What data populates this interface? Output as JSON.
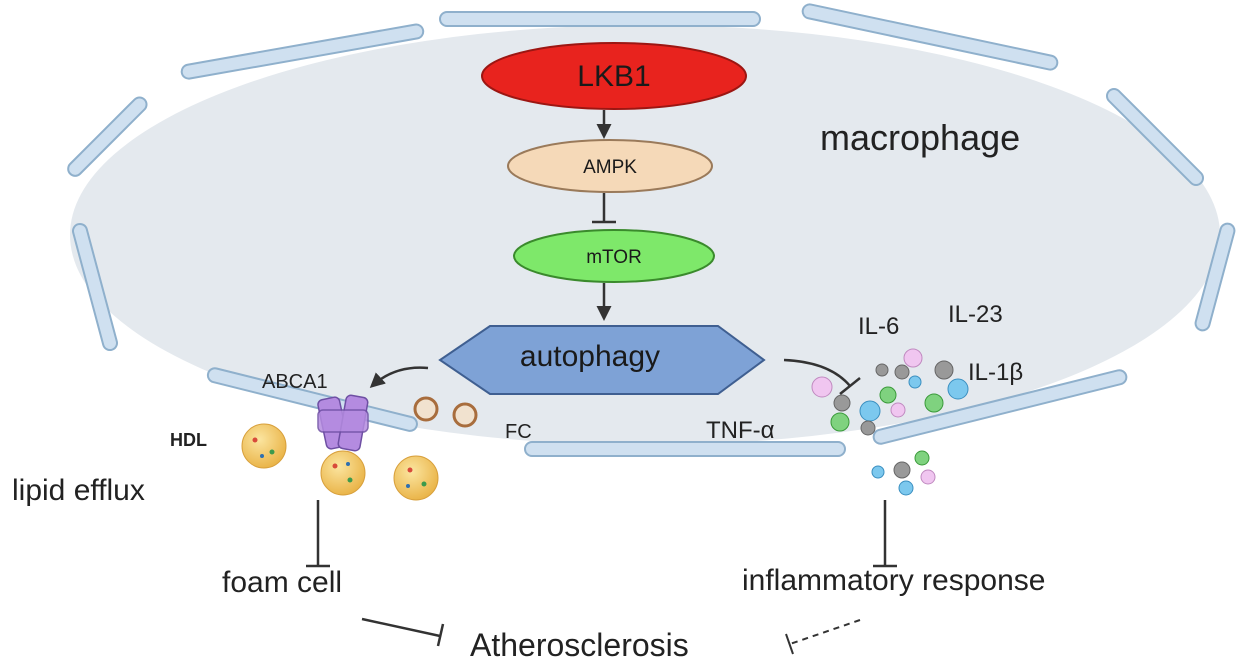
{
  "cell_label": "macrophage",
  "nodes": {
    "lkb1": "LKB1",
    "ampk": "AMPK",
    "mtor": "mTOR",
    "autophagy": "autophagy"
  },
  "membrane_labels": {
    "abca1": "ABCA1",
    "hdl": "HDL",
    "fc": "FC",
    "tnf": "TNF-α"
  },
  "cytokines": {
    "il6": "IL-6",
    "il23": "IL-23",
    "il1b": "IL-1β"
  },
  "outcomes": {
    "lipid_efflux": "lipid efflux",
    "foam_cell": "foam cell",
    "inflammatory_response": "inflammatory response",
    "atherosclerosis": "Atherosclerosis"
  },
  "colors": {
    "lkb1": "#e8231e",
    "ampk": "#f5d9b8",
    "mtor": "#7ee86a",
    "autophagy": "#7ea2d6",
    "cell": "#e4e9ee",
    "membrane": "#cfe0f0",
    "abca1": "#b48be0",
    "hdl": "#f3c85c"
  }
}
